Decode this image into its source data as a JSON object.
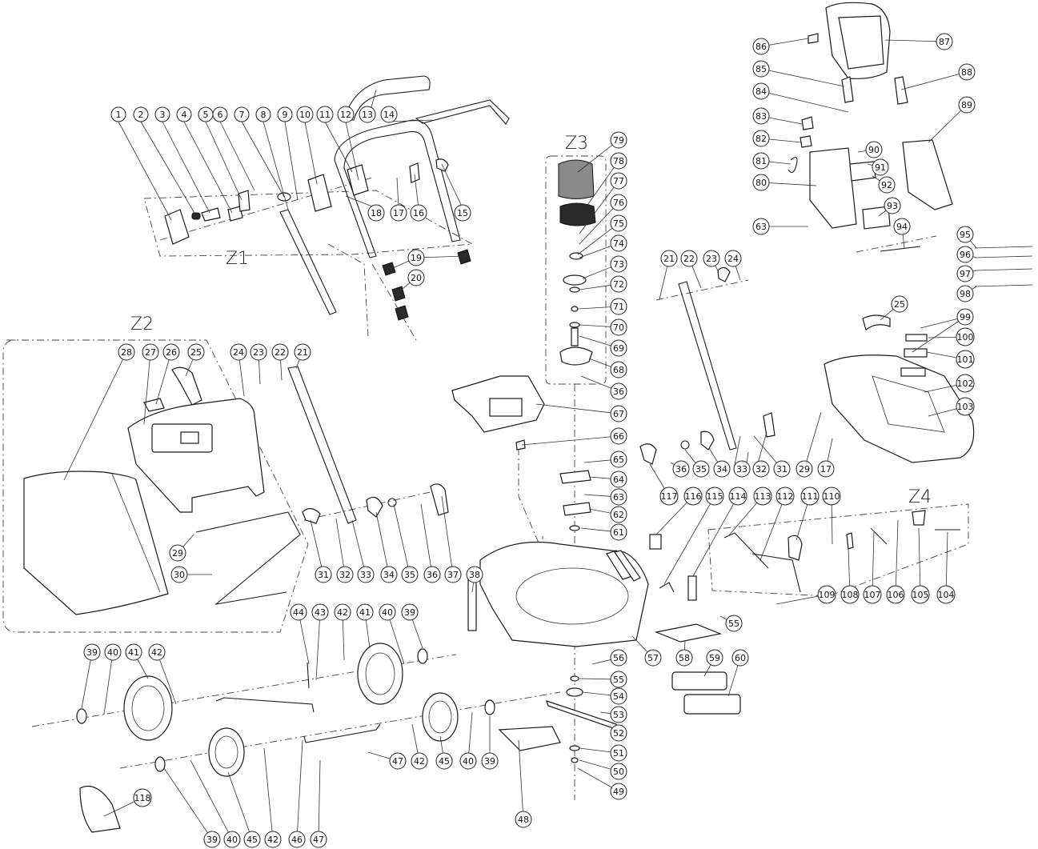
{
  "zones": [
    "Z1",
    "Z2",
    "Z3",
    "Z4"
  ],
  "callouts": {
    "c1": "1",
    "c2": "2",
    "c3": "3",
    "c4": "4",
    "c5": "5",
    "c6": "6",
    "c7": "7",
    "c8": "8",
    "c9": "9",
    "c10": "10",
    "c11": "11",
    "c12": "12",
    "c13": "13",
    "c14": "14",
    "c15": "15",
    "c16": "16",
    "c17": "17",
    "c18": "18",
    "c19": "19",
    "c20": "20",
    "c21": "21",
    "c22": "22",
    "c23": "23",
    "c24": "24",
    "c25": "25",
    "c26": "26",
    "c27": "27",
    "c28": "28",
    "c29": "29",
    "c30": "30",
    "c31": "31",
    "c32": "32",
    "c33": "33",
    "c34": "34",
    "c35": "35",
    "c36": "36",
    "c37": "37",
    "c38": "38",
    "c39": "39",
    "c40": "40",
    "c41": "41",
    "c42": "42",
    "c43": "43",
    "c44": "44",
    "c45": "45",
    "c46": "46",
    "c47": "47",
    "c48": "48",
    "c49": "49",
    "c50": "50",
    "c51": "51",
    "c52": "52",
    "c53": "53",
    "c54": "54",
    "c55": "55",
    "c56": "56",
    "c57": "57",
    "c58": "58",
    "c59": "59",
    "c60": "60",
    "c61": "61",
    "c62": "62",
    "c63": "63",
    "c64": "64",
    "c65": "65",
    "c66": "66",
    "c67": "67",
    "c68": "68",
    "c69": "69",
    "c70": "70",
    "c71": "71",
    "c72": "72",
    "c73": "73",
    "c74": "74",
    "c75": "75",
    "c76": "76",
    "c77": "77",
    "c78": "78",
    "c79": "79",
    "c80": "80",
    "c81": "81",
    "c82": "82",
    "c83": "83",
    "c84": "84",
    "c85": "85",
    "c86": "86",
    "c87": "87",
    "c88": "88",
    "c89": "89",
    "c90": "90",
    "c91": "91",
    "c92": "92",
    "c93": "93",
    "c94": "94",
    "c95": "95",
    "c96": "96",
    "c97": "97",
    "c98": "98",
    "c99": "99",
    "c100": "100",
    "c101": "101",
    "c102": "102",
    "c103": "103",
    "c104": "104",
    "c105": "105",
    "c106": "106",
    "c107": "107",
    "c108": "108",
    "c109": "109",
    "c110": "110",
    "c111": "111",
    "c112": "112",
    "c113": "113",
    "c114": "114",
    "c115": "115",
    "c116": "116",
    "c117": "117",
    "c118": "118"
  }
}
